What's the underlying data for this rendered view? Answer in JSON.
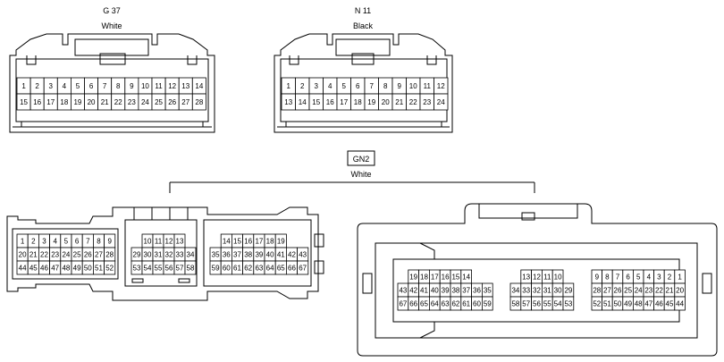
{
  "connectors": [
    {
      "id": "g37",
      "code": "G 37",
      "color": "White",
      "rows": [
        [
          "1",
          "2",
          "3",
          "4",
          "5",
          "6",
          "7",
          "8",
          "9",
          "10",
          "11",
          "12",
          "13",
          "14"
        ],
        [
          "15",
          "16",
          "17",
          "18",
          "19",
          "20",
          "21",
          "22",
          "23",
          "24",
          "25",
          "26",
          "27",
          "28"
        ]
      ]
    },
    {
      "id": "n11",
      "code": "N 11",
      "color": "Black",
      "rows": [
        [
          "1",
          "2",
          "3",
          "4",
          "5",
          "6",
          "7",
          "8",
          "9",
          "10",
          "11",
          "12"
        ],
        [
          "13",
          "14",
          "15",
          "16",
          "17",
          "18",
          "19",
          "20",
          "21",
          "22",
          "23",
          "24"
        ]
      ]
    }
  ],
  "gn2": {
    "code": "GN2",
    "color": "White",
    "left_groups": [
      {
        "rows": [
          [
            "1",
            "2",
            "3",
            "4",
            "5",
            "6",
            "7",
            "8",
            "9"
          ],
          [
            "20",
            "21",
            "22",
            "23",
            "24",
            "25",
            "26",
            "27",
            "28"
          ],
          [
            "44",
            "45",
            "46",
            "47",
            "48",
            "49",
            "50",
            "51",
            "52"
          ]
        ]
      },
      {
        "rows": [
          [
            "",
            "10",
            "11",
            "12",
            "13",
            ""
          ],
          [
            "29",
            "30",
            "31",
            "32",
            "33",
            "34"
          ],
          [
            "53",
            "54",
            "55",
            "56",
            "57",
            "58"
          ]
        ]
      },
      {
        "rows": [
          [
            "",
            "14",
            "15",
            "16",
            "17",
            "18",
            "19",
            ""
          ],
          [
            "35",
            "36",
            "37",
            "38",
            "39",
            "40",
            "41",
            "42",
            "43"
          ],
          [
            "59",
            "60",
            "61",
            "62",
            "63",
            "64",
            "65",
            "66",
            "67"
          ]
        ]
      }
    ],
    "right_groups": [
      {
        "rows": [
          [
            "",
            "19",
            "18",
            "17",
            "16",
            "15",
            "14",
            ""
          ],
          [
            "43",
            "42",
            "41",
            "40",
            "39",
            "38",
            "37",
            "36",
            "35"
          ],
          [
            "67",
            "66",
            "65",
            "64",
            "63",
            "62",
            "61",
            "60",
            "59"
          ]
        ]
      },
      {
        "rows": [
          [
            "",
            "13",
            "12",
            "11",
            "10",
            ""
          ],
          [
            "34",
            "33",
            "32",
            "31",
            "30",
            "29"
          ],
          [
            "58",
            "57",
            "56",
            "55",
            "54",
            "53"
          ]
        ]
      },
      {
        "rows": [
          [
            "9",
            "8",
            "7",
            "6",
            "5",
            "4",
            "3",
            "2",
            "1"
          ],
          [
            "28",
            "27",
            "26",
            "25",
            "24",
            "23",
            "22",
            "21",
            "20"
          ],
          [
            "52",
            "51",
            "50",
            "49",
            "48",
            "47",
            "46",
            "45",
            "44"
          ]
        ]
      }
    ]
  }
}
